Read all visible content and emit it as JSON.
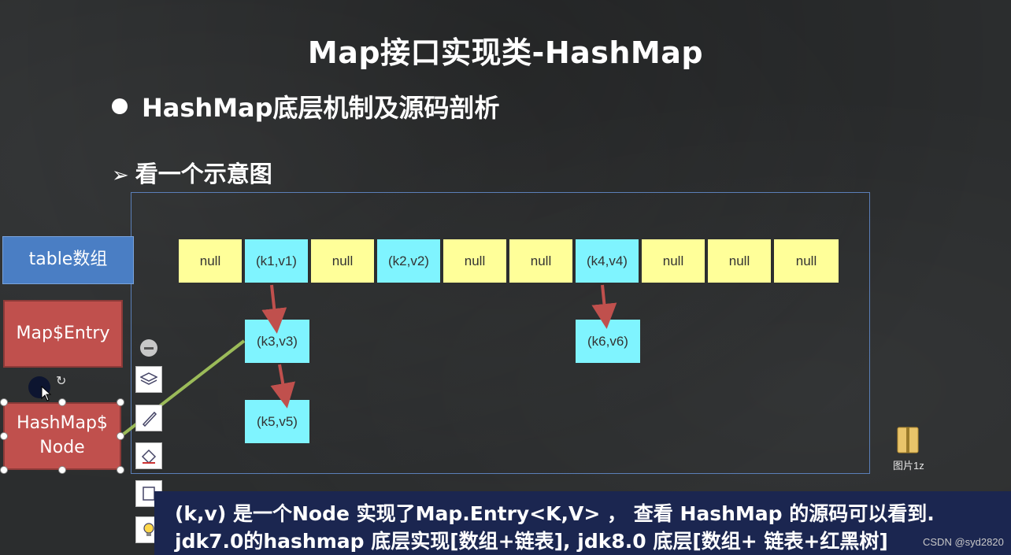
{
  "slide": {
    "title": "Map接口实现类-HashMap",
    "bullet": "HashMap底层机制及源码剖析",
    "sub_bullet": "看一个示意图"
  },
  "table_cells": [
    "null",
    "(k1,v1)",
    "null",
    "(k2,v2)",
    "null",
    "null",
    "(k4,v4)",
    "null",
    "null",
    "null"
  ],
  "chain_nodes": {
    "k3": "(k3,v3)",
    "k5": "(k5,v5)",
    "k6": "(k6,v6)"
  },
  "legend": {
    "table_label": "table数组",
    "entry_label": "Map$Entry",
    "node_label_line1": "HashMap$",
    "node_label_line2": "Node"
  },
  "notes": {
    "line1": "(k,v) 是一个Node 实现了Map.Entry<K,V> ，  查看 HashMap 的源码可以看到.",
    "line2": "jdk7.0的hashmap 底层实现[数组+链表], jdk8.0 底层[数组+ 链表+红黑树]"
  },
  "desktop": {
    "file_label": "图片1z",
    "watermark": "CSDN @syd2820"
  },
  "colors": {
    "null_cell": "#ffff99",
    "kv_cell": "#7ff4ff",
    "arrow": "#c0504d",
    "link_line": "#9bbb59",
    "table_box": "#4a7ec4",
    "entry_box": "#c0504d"
  }
}
